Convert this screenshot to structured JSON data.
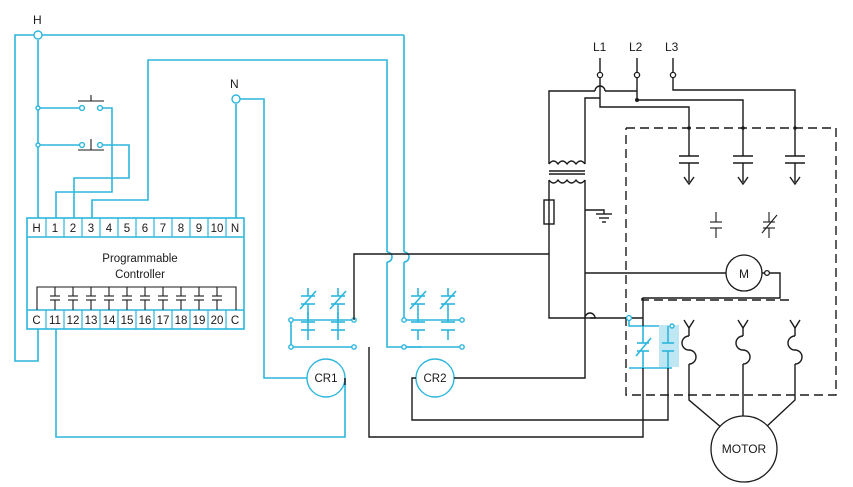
{
  "labels": {
    "hot": "H",
    "neutral": "N",
    "line1": "L1",
    "line2": "L2",
    "line3": "L3",
    "controller_line1": "Programmable",
    "controller_line2": "Controller",
    "relay1": "CR1",
    "relay2": "CR2",
    "motor_coil": "M",
    "motor": "MOTOR"
  },
  "input_terminals": [
    "H",
    "1",
    "2",
    "3",
    "4",
    "5",
    "6",
    "7",
    "8",
    "9",
    "10",
    "N"
  ],
  "output_terminals": [
    "C",
    "11",
    "12",
    "13",
    "14",
    "15",
    "16",
    "17",
    "18",
    "19",
    "20",
    "C"
  ],
  "colors": {
    "control_wiring": "#2cb6dc",
    "power_wiring": "#1a1a1a",
    "highlight": "#bfe6f3"
  }
}
